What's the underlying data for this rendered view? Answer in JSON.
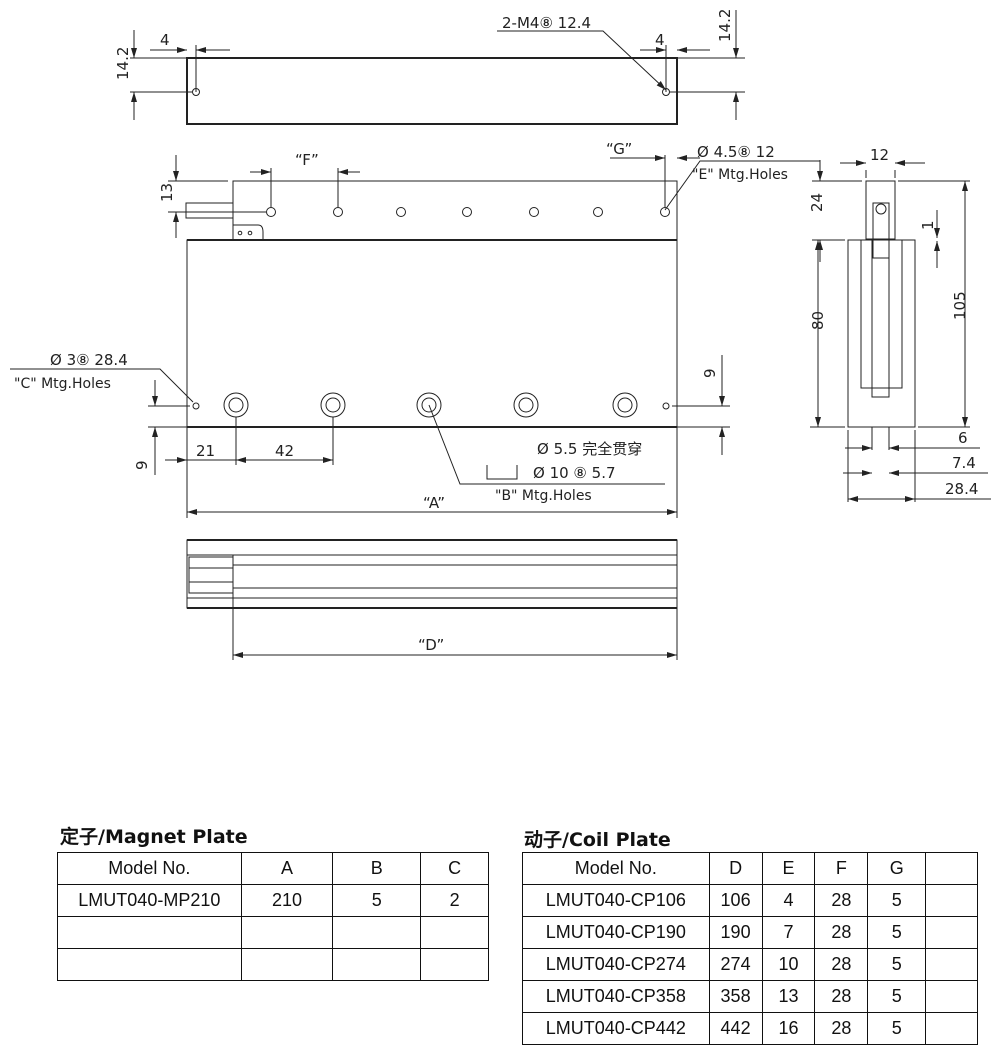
{
  "drawing": {
    "top_view": {
      "hole_callout": "2-M4⑧ 12.4",
      "dim_left_offset": "4",
      "dim_right_offset": "4",
      "dim_left_height": "14.2",
      "dim_right_height": "14.2"
    },
    "front_view": {
      "dim_f": "“F”",
      "dim_g": "“G”",
      "dim_13": "13",
      "e_hole_callout": "Ø 4.5⑧ 12",
      "e_holes_label": "\"E\" Mtg.Holes",
      "c_hole_callout": "Ø 3⑧ 28.4",
      "c_holes_label": "\"C\" Mtg.Holes",
      "dim_9_left": "9",
      "dim_9_right": "9",
      "dim_21": "21",
      "dim_42": "42",
      "b_hole_through": "Ø 5.5 完全贯穿",
      "b_hole_counterbore": "Ø 10 ⑧ 5.7",
      "b_holes_label": "\"B\" Mtg.Holes",
      "dim_a": "“A”"
    },
    "bottom_view": {
      "dim_d": "“D”"
    },
    "side_view": {
      "dim_12": "12",
      "dim_24": "24",
      "dim_1": "1",
      "dim_80": "80",
      "dim_105": "105",
      "dim_6": "6",
      "dim_7_4": "7.4",
      "dim_28_4": "28.4"
    }
  },
  "magnet_table": {
    "title": "定子/Magnet Plate",
    "headers": [
      "Model No.",
      "A",
      "B",
      "C"
    ],
    "rows": [
      [
        "LMUT040-MP210",
        "210",
        "5",
        "2"
      ],
      [
        "",
        "",
        "",
        ""
      ],
      [
        "",
        "",
        "",
        ""
      ]
    ]
  },
  "coil_table": {
    "title": "动子/Coil Plate",
    "headers": [
      "Model No.",
      "D",
      "E",
      "F",
      "G",
      ""
    ],
    "rows": [
      [
        "LMUT040-CP106",
        "106",
        "4",
        "28",
        "5",
        ""
      ],
      [
        "LMUT040-CP190",
        "190",
        "7",
        "28",
        "5",
        ""
      ],
      [
        "LMUT040-CP274",
        "274",
        "10",
        "28",
        "5",
        ""
      ],
      [
        "LMUT040-CP358",
        "358",
        "13",
        "28",
        "5",
        ""
      ],
      [
        "LMUT040-CP442",
        "442",
        "16",
        "28",
        "5",
        ""
      ]
    ]
  }
}
